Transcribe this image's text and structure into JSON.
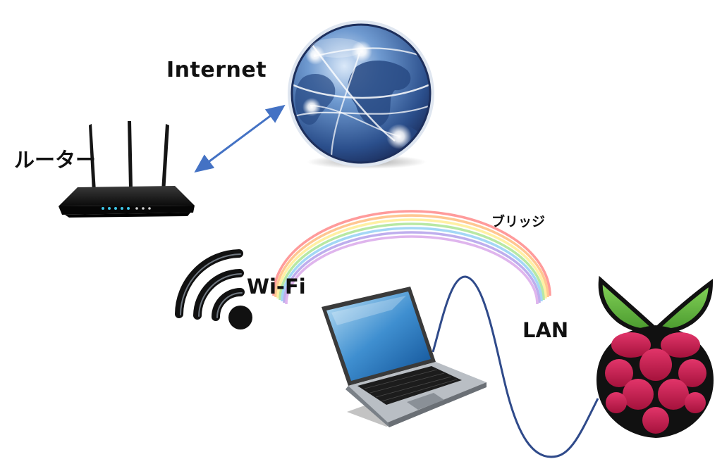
{
  "labels": {
    "internet": "Internet",
    "router": "ルーター",
    "wifi": "Wi-Fi",
    "bridge": "ブリッジ",
    "lan": "LAN"
  },
  "colors": {
    "arrow": "#4472c4",
    "lan_cable": "#2f4a8a",
    "globe": "#2f5d9e",
    "raspberry": "#c51a4a",
    "leaf": "#6cc04a",
    "text": "#111111"
  },
  "icons": [
    "globe-icon",
    "router-icon",
    "wifi-icon",
    "laptop-icon",
    "raspberry-pi-icon",
    "rainbow-bridge"
  ]
}
